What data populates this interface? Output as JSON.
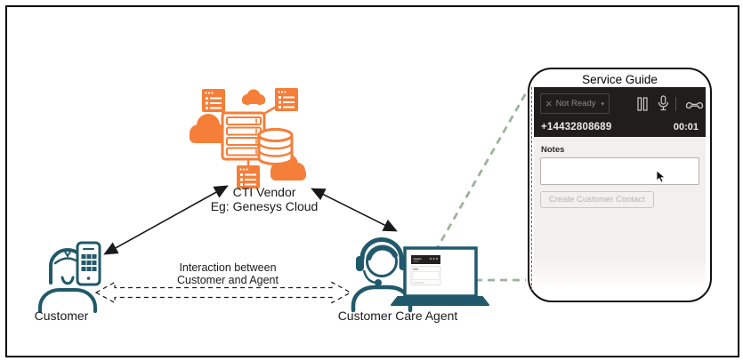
{
  "diagram": {
    "cti": {
      "line1": "CTI Vendor",
      "line2": "Eg: Genesys Cloud"
    },
    "customer_label": "Customer",
    "agent_label": "Customer Care Agent",
    "interaction": {
      "line1": "Interaction between",
      "line2": "Customer and Agent"
    }
  },
  "service_guide": {
    "title": "Service Guide",
    "header": {
      "status_label": "Not Ready",
      "chevron": "▾",
      "phone_number": "+14432808689",
      "call_timer": "00:01"
    },
    "notes_label": "Notes",
    "notes_value": "",
    "create_contact_label": "Create Customer Contact"
  },
  "colors": {
    "orange": "#F57E38",
    "teal": "#20596B",
    "header_bg": "#211D1C",
    "panel_body": "#F1F0EE",
    "leader_dash_green": "#9CB49C",
    "muted_text": "#8D8A87"
  }
}
